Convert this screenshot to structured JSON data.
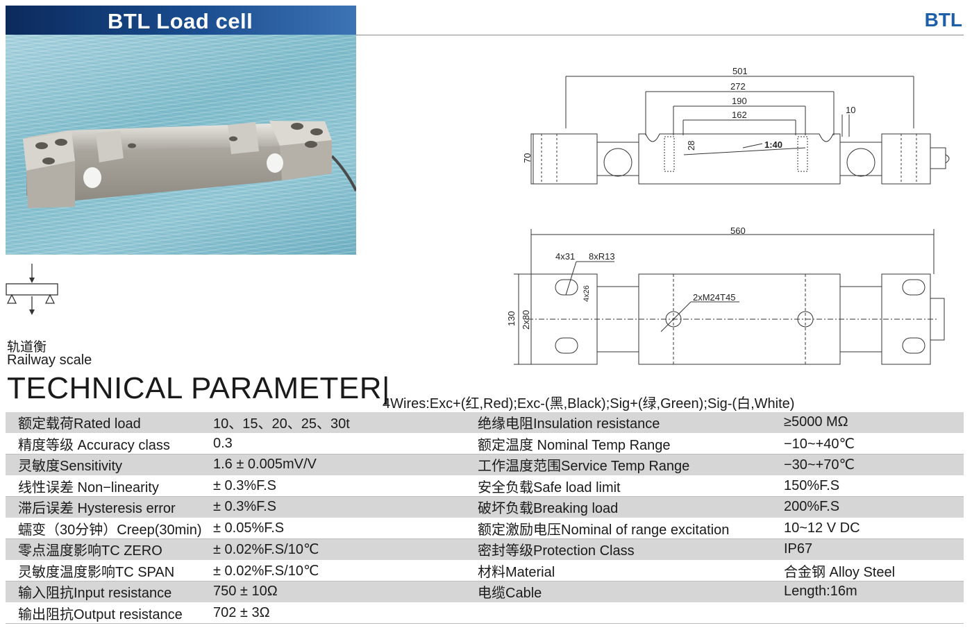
{
  "header": {
    "title": "BTL  Load cell",
    "code": "BTL"
  },
  "application": {
    "cn": "轨道衡",
    "en": "Railway scale"
  },
  "section": {
    "title": "TECHNICAL PARAMETER|",
    "wires": "4Wires:Exc+(红,Red);Exc-(黑,Black);Sig+(绿,Green);Sig-(白,White)"
  },
  "specs": [
    {
      "l1": "额定载荷Rated load",
      "v1": "10、15、20、25、30t",
      "l2": "绝缘电阻Insulation resistance",
      "v2": "≥5000 MΩ"
    },
    {
      "l1": "精度等级 Accuracy class",
      "v1": "0.3",
      "l2": "额定温度 Nominal Temp Range",
      "v2": "−10~+40℃"
    },
    {
      "l1": "灵敏度Sensitivity",
      "v1": "1.6 ± 0.005mV/V",
      "l2": "工作温度范围Service Temp Range",
      "v2": "−30~+70℃"
    },
    {
      "l1": "线性误差 Non−linearity",
      "v1": "± 0.3%F.S",
      "l2": "安全负载Safe load limit",
      "v2": "150%F.S"
    },
    {
      "l1": "滞后误差 Hysteresis error",
      "v1": "± 0.3%F.S",
      "l2": "破坏负载Breaking load",
      "v2": "200%F.S"
    },
    {
      "l1": "蠕变（30分钟）Creep(30min)",
      "v1": "± 0.05%F.S",
      "l2": "额定激励电压Nominal of range excitation",
      "v2": "10~12 V DC"
    },
    {
      "l1": "零点温度影响TC ZERO",
      "v1": "± 0.02%F.S/10℃",
      "l2": "密封等级Protection Class",
      "v2": "IP67"
    },
    {
      "l1": "灵敏度温度影响TC SPAN",
      "v1": "± 0.02%F.S/10℃",
      "l2": "材料Material",
      "v2": "合金钢 Alloy Steel"
    },
    {
      "l1": "输入阻抗Input resistance",
      "v1": "750 ± 10Ω",
      "l2": "电缆Cable",
      "v2": "Length:16m"
    },
    {
      "l1": "输出阻抗Output resistance",
      "v1": "702 ± 3Ω",
      "l2": "",
      "v2": ""
    }
  ],
  "dimensions": {
    "d501": "501",
    "d272": "272",
    "d190": "190",
    "d162": "162",
    "d10": "10",
    "d70": "70",
    "d28": "28",
    "slope": "1:40",
    "d560": "560",
    "d4x31": "4x31",
    "d8xR13": "8xR13",
    "d4x26": "4x26",
    "d130": "130",
    "d2x80": "2x80",
    "d2xM24": "2xM24T45"
  }
}
